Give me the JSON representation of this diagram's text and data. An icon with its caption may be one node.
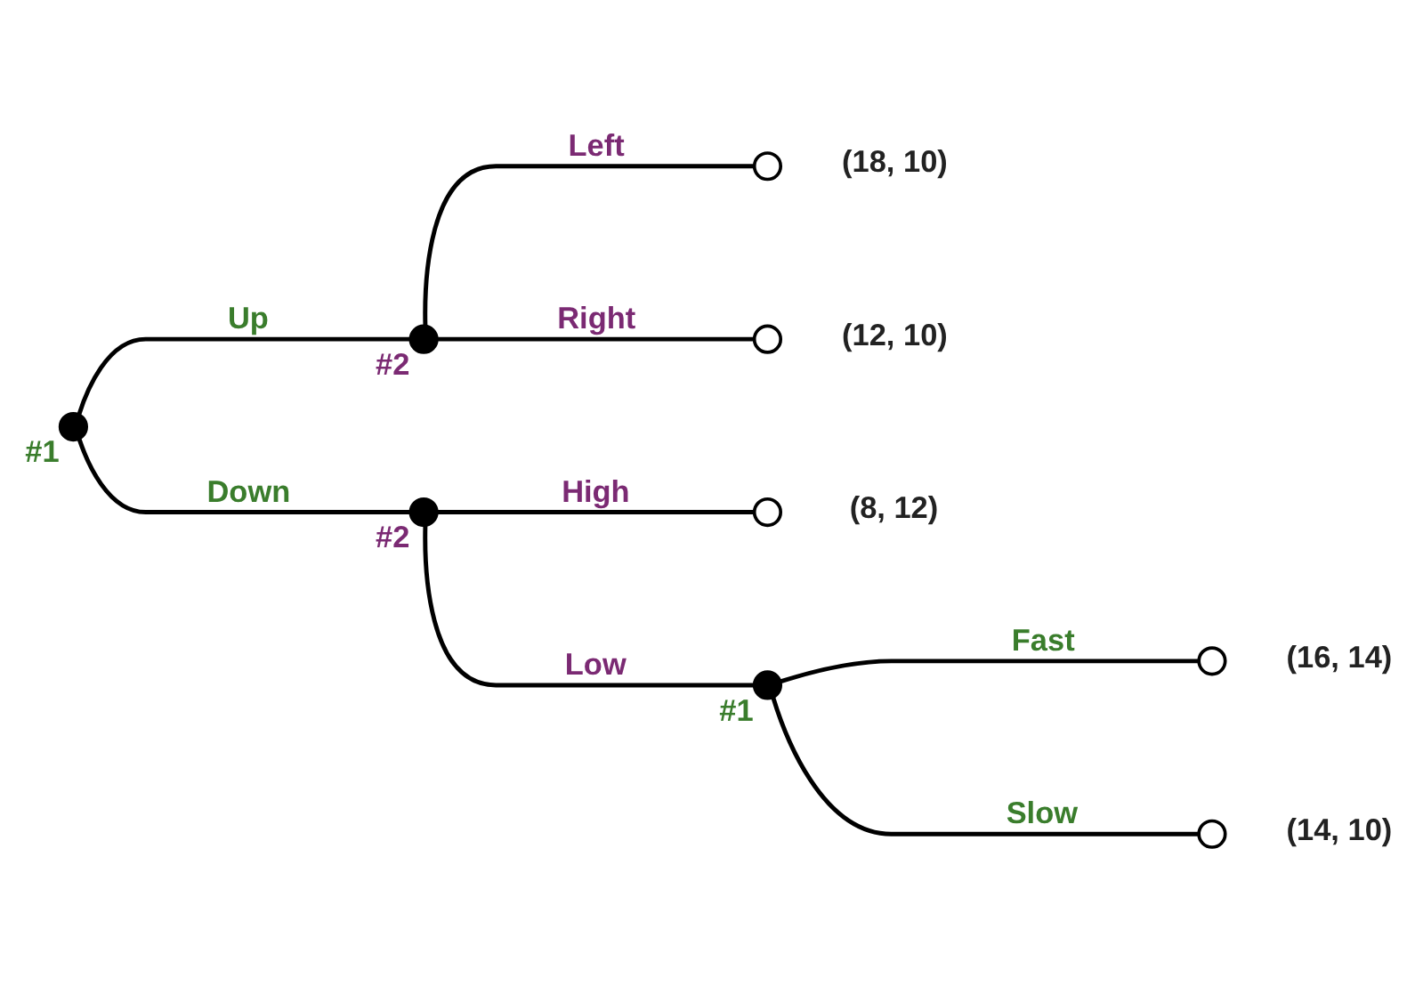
{
  "diagram": {
    "nodes": [
      {
        "text": [],
        "shape": "dot",
        "beside": [
          "#1"
        ]
      },
      {
        "text": [],
        "shape": "dot",
        "beside": [
          "#2"
        ]
      },
      {
        "text": [],
        "shape": "circle",
        "beside": [
          "(18, 10)"
        ]
      },
      {
        "text": [],
        "shape": "circle",
        "beside": [
          "(12, 10)"
        ]
      },
      {
        "text": [],
        "shape": "dot",
        "beside": [
          "#2"
        ]
      },
      {
        "text": [],
        "shape": "circle",
        "beside": [
          "(8, 12)"
        ]
      },
      {
        "text": [],
        "shape": "dot",
        "beside": [
          "#1"
        ]
      },
      {
        "text": [],
        "shape": "circle",
        "beside": [
          "(16, 14)"
        ]
      },
      {
        "text": [],
        "shape": "circle",
        "beside": [
          "(14, 10)"
        ]
      }
    ],
    "edges": [
      {
        "from": 0,
        "to": 1,
        "arrow": "none",
        "label": "Up"
      },
      {
        "from": 1,
        "to": 2,
        "arrow": "none",
        "label": "Left"
      },
      {
        "from": 1,
        "to": 3,
        "arrow": "none",
        "label": "Right"
      },
      {
        "from": 0,
        "to": 4,
        "arrow": "none",
        "label": "Down"
      },
      {
        "from": 4,
        "to": 5,
        "arrow": "none",
        "label": "High"
      },
      {
        "from": 4,
        "to": 6,
        "arrow": "none",
        "label": "Low"
      },
      {
        "from": 6,
        "to": 7,
        "arrow": "none",
        "label": "Fast"
      },
      {
        "from": 6,
        "to": 8,
        "arrow": "none",
        "label": "Slow"
      }
    ]
  }
}
